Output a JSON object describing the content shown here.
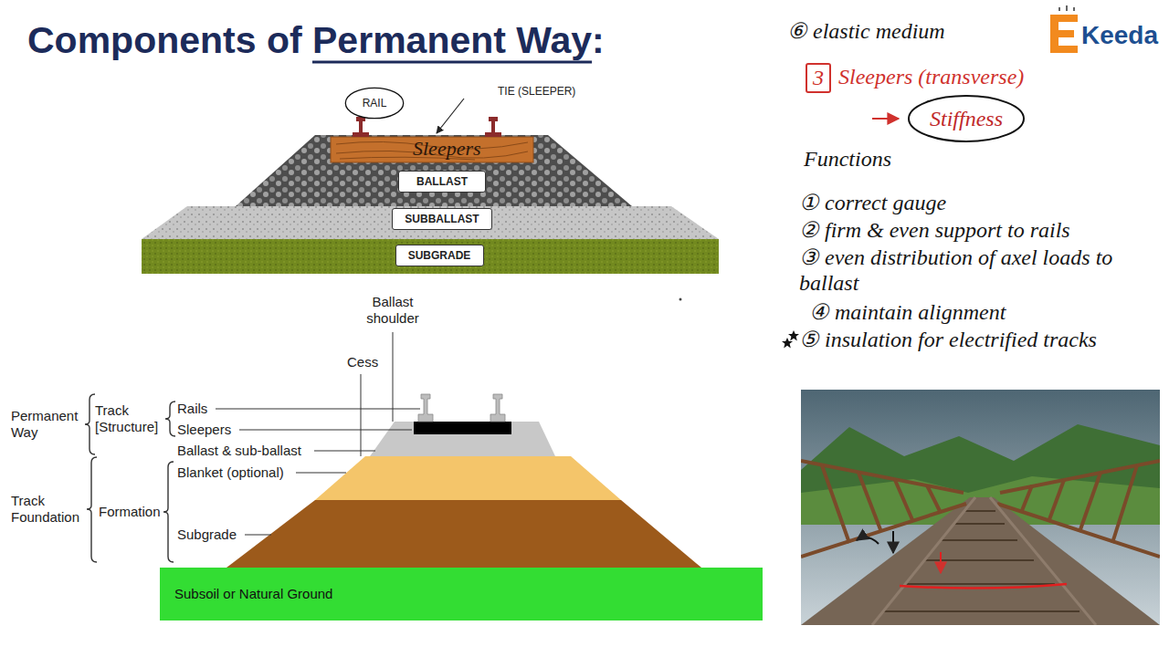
{
  "diagram": {
    "title": "Components of Permanent Way:",
    "nodes": [
      {
        "text": [
          "RAIL"
        ]
      },
      {
        "text": [
          "BALLAST"
        ]
      },
      {
        "text": [
          "SUBBALLAST"
        ]
      },
      {
        "text": [
          "SUBGRADE"
        ]
      },
      {
        "text": [
          "Subsoil or Natural Ground"
        ]
      },
      {
        "text": [
          "3"
        ]
      },
      {
        "text": [
          "Stiffness"
        ]
      }
    ],
    "labels": [
      "TIE (SLEEPER)",
      "Sleepers",
      "Ballast shoulder",
      "Cess",
      "Permanent Way",
      "Track [Structure]",
      "Rails",
      "Sleepers",
      "Ballast & sub-ballast",
      "Blanket (optional)",
      "Track Foundation",
      "Formation",
      "Subgrade",
      "⑥ elastic medium",
      "Sleepers (transverse)",
      "Functions",
      "① correct gauge",
      "② firm & even support to rails",
      "③ even distribution of axel loads to ballast",
      "④ maintain alignment",
      "⑤ insulation for electrified tracks",
      "Keeda"
    ]
  }
}
